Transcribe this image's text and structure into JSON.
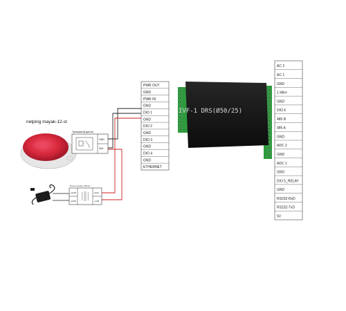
{
  "siren": {
    "title": "netping mayak-12-st"
  },
  "alarm_sensor": {
    "title": "Тревожный датчик",
    "terminals": [
      "GND",
      "SIM"
    ]
  },
  "power_supply": {
    "title": "Блок питания 12В 1А",
    "left_terminals": [
      "~220В",
      "~220В"
    ],
    "right_terminals": [
      "GND",
      "+12В"
    ]
  },
  "device": {
    "label": "IVF-1 DRS(Ø50/25)"
  },
  "left_panel": {
    "rows": [
      "PWR OUT",
      "GND",
      "PWR IN",
      "GND",
      "DIO 1",
      "GND",
      "DIO 2",
      "GND",
      "DIO 3",
      "GND",
      "DIO 4",
      "GND",
      "ETHERNET"
    ]
  },
  "right_panel": {
    "rows": [
      "AC 2",
      "AC 1",
      "GND",
      "1-Wire",
      "GND",
      "DIO 6",
      "485 B",
      "485 A",
      "GND",
      "ADC 2",
      "GND",
      "ADC 1",
      "GND",
      "DIO 5_RELAY",
      "GND",
      "RS232-RxD",
      "RS232-TxD",
      "5V"
    ]
  },
  "colors": {
    "wire_black": "#222222",
    "wire_red": "#cc1f1f",
    "terminal_green": "#2e9a3e",
    "device_body": "#161616",
    "siren_red": "#d8283c"
  }
}
